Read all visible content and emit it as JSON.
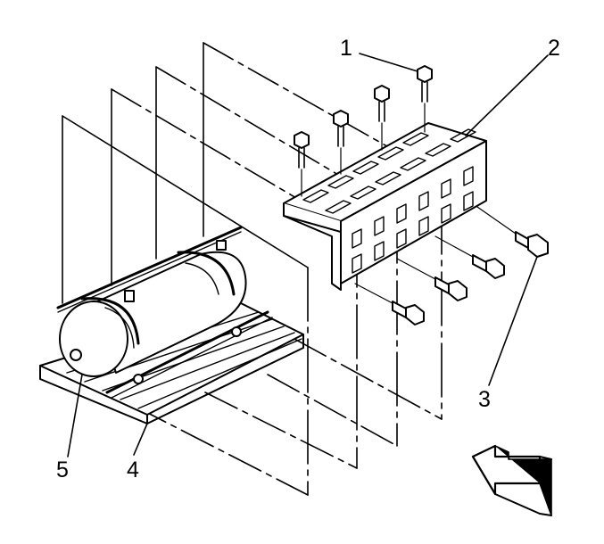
{
  "callouts": {
    "c1": "1",
    "c2": "2",
    "c3": "3",
    "c4": "4",
    "c5": "5"
  },
  "parts": {
    "1": "bolt",
    "2": "shield",
    "3": "bolt",
    "4": "bracket",
    "5": "tank"
  },
  "colors": {
    "ink": "#000000",
    "paper": "#ffffff"
  }
}
